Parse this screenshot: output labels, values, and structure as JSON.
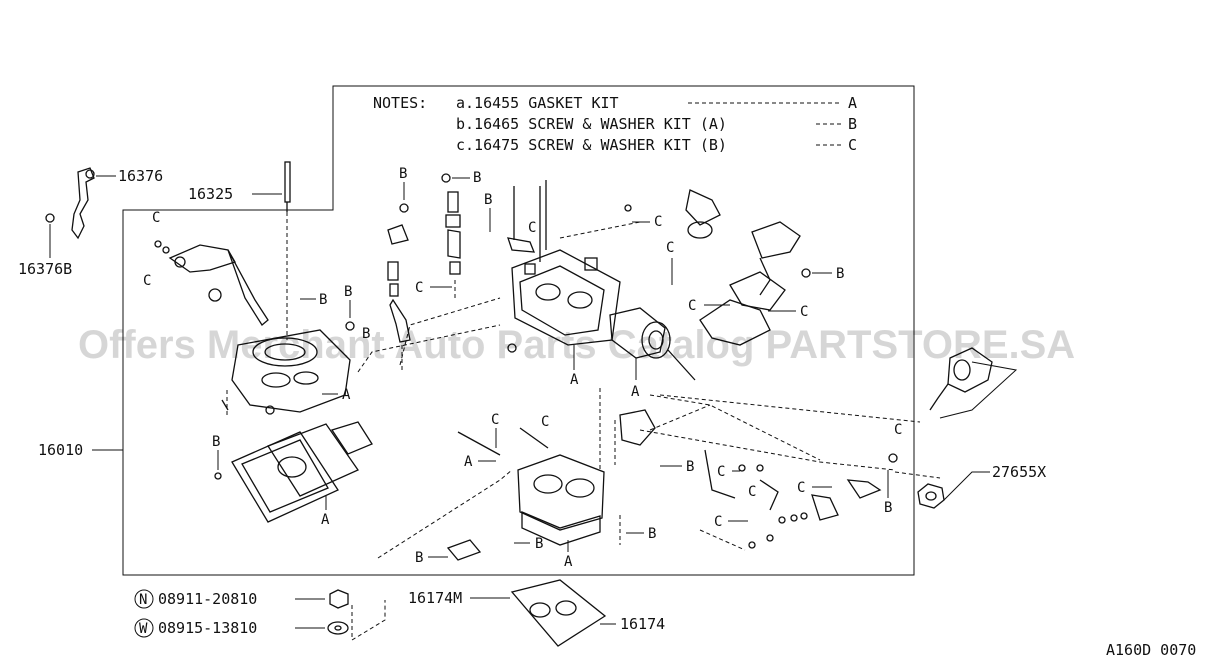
{
  "notes": {
    "header": "NOTES:",
    "lines": [
      {
        "text": "a.16455 GASKET KIT",
        "key": "A"
      },
      {
        "text": "b.16465 SCREW & WASHER KIT (A)",
        "key": "B"
      },
      {
        "text": "c.16475 SCREW & WASHER KIT (B)",
        "key": "C"
      }
    ]
  },
  "part_numbers": {
    "p16376": "16376",
    "p16376b": "16376B",
    "p16325": "16325",
    "p16010": "16010",
    "p27655x": "27655X",
    "p16174m": "16174M",
    "p16174": "16174"
  },
  "fasteners": [
    {
      "badge": "N",
      "number": "08911-20810"
    },
    {
      "badge": "W",
      "number": "08915-13810"
    }
  ],
  "letters": {
    "a": "A",
    "b": "B",
    "c": "C"
  },
  "watermark": "Offers Merchant Auto Parts Catalog PARTSTORE.SA",
  "diagram_code": "A160D 0070"
}
